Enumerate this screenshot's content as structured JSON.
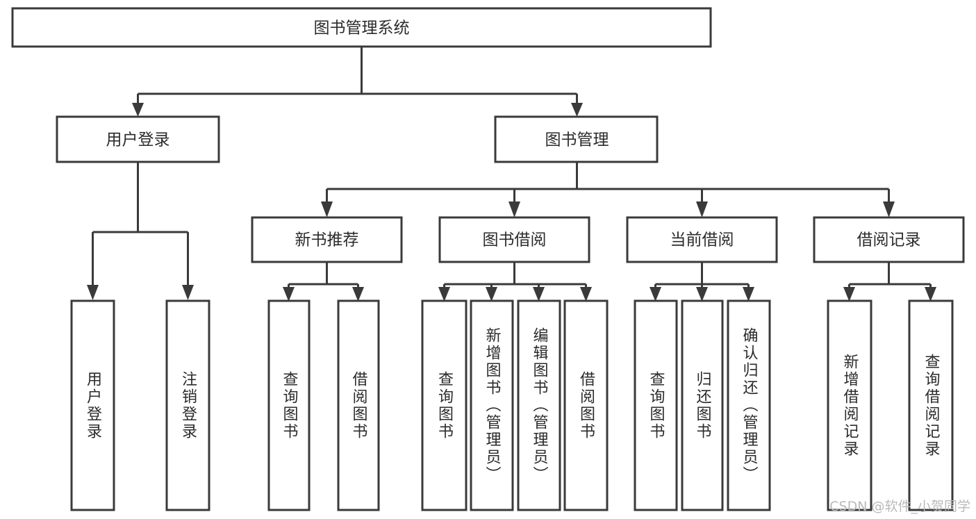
{
  "diagram": {
    "type": "tree-hierarchy",
    "title": "图书管理系统",
    "root": {
      "id": "root",
      "label": "图书管理系统",
      "orientation": "horizontal"
    },
    "level2": [
      {
        "id": "user-login",
        "label": "用户登录",
        "orientation": "horizontal"
      },
      {
        "id": "book-manage",
        "label": "图书管理",
        "orientation": "horizontal"
      }
    ],
    "level3": [
      {
        "id": "new-book-recommend",
        "label": "新书推荐",
        "orientation": "horizontal",
        "parent": "book-manage"
      },
      {
        "id": "book-borrow",
        "label": "图书借阅",
        "orientation": "horizontal",
        "parent": "book-manage"
      },
      {
        "id": "current-borrow",
        "label": "当前借阅",
        "orientation": "horizontal",
        "parent": "book-manage"
      },
      {
        "id": "borrow-record",
        "label": "借阅记录",
        "orientation": "horizontal",
        "parent": "book-manage"
      }
    ],
    "leaves": [
      {
        "id": "leaf-user-login",
        "label": "用户登录",
        "orientation": "vertical",
        "parent": "user-login"
      },
      {
        "id": "leaf-logout",
        "label": "注销登录",
        "orientation": "vertical",
        "parent": "user-login"
      },
      {
        "id": "leaf-query-book-1",
        "label": "查询图书",
        "orientation": "vertical",
        "parent": "new-book-recommend"
      },
      {
        "id": "leaf-borrow-book-1",
        "label": "借阅图书",
        "orientation": "vertical",
        "parent": "new-book-recommend"
      },
      {
        "id": "leaf-query-book-2",
        "label": "查询图书",
        "orientation": "vertical",
        "parent": "book-borrow"
      },
      {
        "id": "leaf-add-book",
        "label": "新增图书（管理员）",
        "orientation": "vertical",
        "parent": "book-borrow"
      },
      {
        "id": "leaf-edit-book",
        "label": "编辑图书（管理员）",
        "orientation": "vertical",
        "parent": "book-borrow"
      },
      {
        "id": "leaf-borrow-book-2",
        "label": "借阅图书",
        "orientation": "vertical",
        "parent": "book-borrow"
      },
      {
        "id": "leaf-query-book-3",
        "label": "查询图书",
        "orientation": "vertical",
        "parent": "current-borrow"
      },
      {
        "id": "leaf-return-book",
        "label": "归还图书",
        "orientation": "vertical",
        "parent": "current-borrow"
      },
      {
        "id": "leaf-confirm-return",
        "label": "确认归还（管理员）",
        "orientation": "vertical",
        "parent": "current-borrow"
      },
      {
        "id": "leaf-add-record",
        "label": "新增借阅记录",
        "orientation": "vertical",
        "parent": "borrow-record"
      },
      {
        "id": "leaf-query-record",
        "label": "查询借阅记录",
        "orientation": "vertical",
        "parent": "borrow-record"
      }
    ],
    "colors": {
      "stroke": "#3a3a3a",
      "fill": "#ffffff",
      "text": "#2b2b2b",
      "watermark": "#b9b9b9"
    }
  },
  "watermark": {
    "text": "CSDN @软件_小贺同学"
  }
}
